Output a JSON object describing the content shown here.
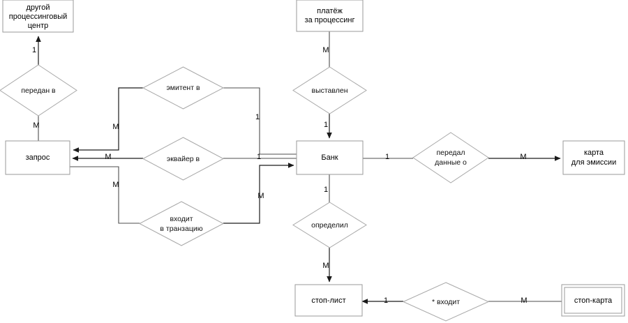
{
  "diagram": {
    "type": "er-diagram",
    "language": "ru",
    "colors": {
      "background": "#ffffff",
      "entity_border": "#9a9a9a",
      "relationship_border": "#a8a8a8",
      "line": "#4d4d4d",
      "arrow": "#1a1a1a",
      "text": "#111111"
    },
    "entities": [
      {
        "id": "proc_center",
        "lines": [
          "другой",
          "процессинговый",
          "центр"
        ],
        "weak": false
      },
      {
        "id": "payment",
        "lines": [
          "платёж",
          "за процессинг"
        ],
        "weak": false
      },
      {
        "id": "request",
        "lines": [
          "запрос"
        ],
        "weak": false
      },
      {
        "id": "bank",
        "lines": [
          "Банк"
        ],
        "weak": false
      },
      {
        "id": "emission_card",
        "lines": [
          "карта",
          "для эмиссии"
        ],
        "weak": false
      },
      {
        "id": "stop_list",
        "lines": [
          "стоп-лист"
        ],
        "weak": false
      },
      {
        "id": "stop_card",
        "lines": [
          "стоп-карта"
        ],
        "weak": true
      }
    ],
    "relationships": [
      {
        "id": "transferred_to",
        "lines": [
          "передан в"
        ]
      },
      {
        "id": "issuer_in",
        "lines": [
          "эмитент в"
        ]
      },
      {
        "id": "issued",
        "lines": [
          "выставлен"
        ]
      },
      {
        "id": "acquirer_in",
        "lines": [
          "эквайер в"
        ]
      },
      {
        "id": "handed_data",
        "lines": [
          "передал",
          "данные о"
        ]
      },
      {
        "id": "enters_trans",
        "lines": [
          "входит",
          "в транзацию"
        ]
      },
      {
        "id": "determined",
        "lines": [
          "определил"
        ]
      },
      {
        "id": "star_enters",
        "lines": [
          "* входит"
        ]
      }
    ],
    "cardinalities": {
      "proc_center_transferred_to": "1",
      "transferred_to_request": "M",
      "payment_issued": "M",
      "issued_bank": "1",
      "request_issuer_in": "M",
      "issuer_in_bank": "1",
      "request_acquirer_in": "M",
      "acquirer_in_bank": "1",
      "request_enters_trans": "M",
      "enters_trans_bank": "M",
      "bank_handed_data": "1",
      "handed_data_card": "M",
      "bank_determined": "1",
      "determined_stop_list": "M",
      "star_enters_stop_list": "1",
      "star_enters_stop_card": "M"
    }
  }
}
